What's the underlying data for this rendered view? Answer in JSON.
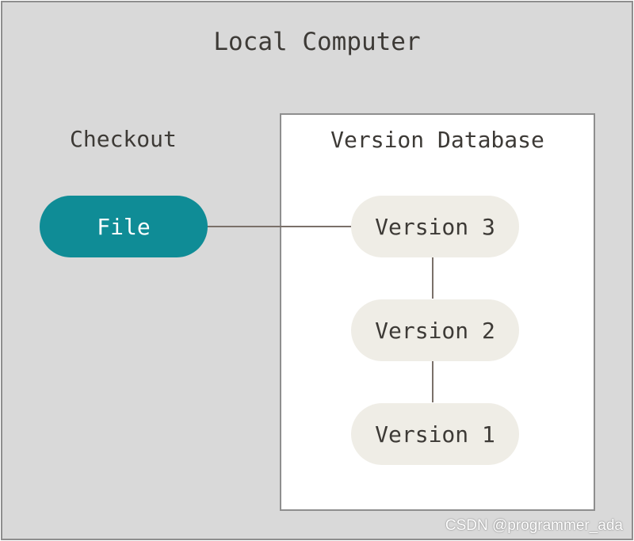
{
  "diagram": {
    "title": "Local Computer",
    "checkout_label": "Checkout",
    "file_node": "File",
    "database_label": "Version Database",
    "versions": [
      "Version 3",
      "Version 2",
      "Version 1"
    ]
  },
  "watermark": "CSDN @programmer_ada"
}
